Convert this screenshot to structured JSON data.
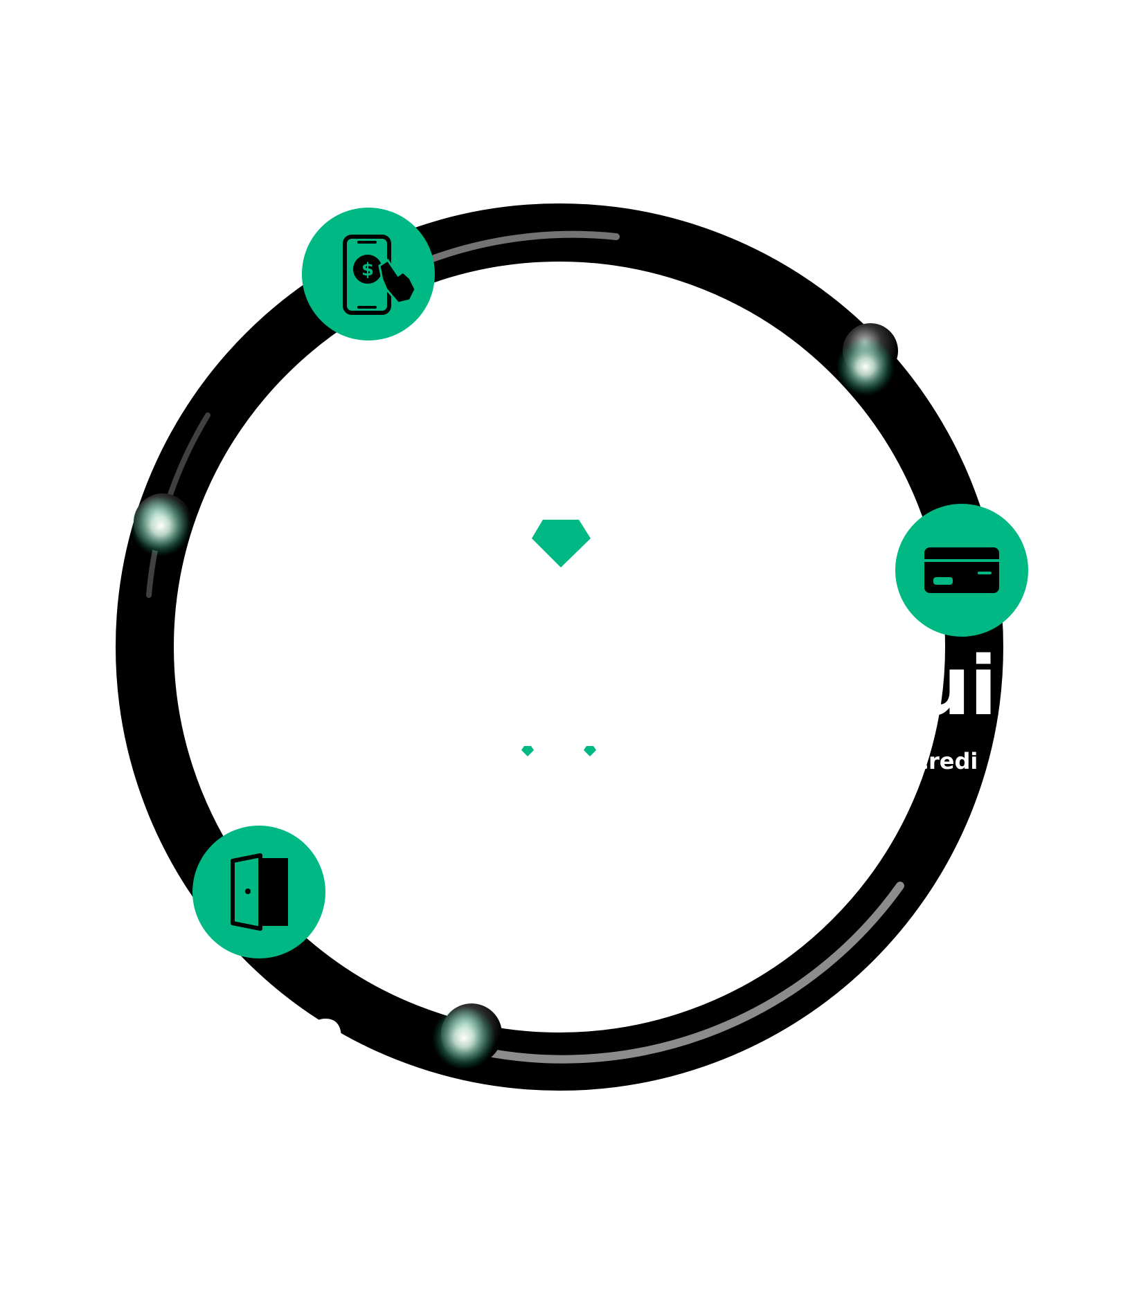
{
  "colors": {
    "accent": "#00b884",
    "ring": "#000000",
    "background": "#ffffff",
    "highlight": "#ffffff"
  },
  "icons": {
    "top": "mobile-payment-icon",
    "right": "credit-card-icon",
    "bottom_left": "door-icon",
    "center": "diamond-icon",
    "center_small": "small-diamond-icon"
  },
  "text_fragments": {
    "right_large": "ui",
    "right_small": "credi",
    "bottom_large": "n"
  }
}
